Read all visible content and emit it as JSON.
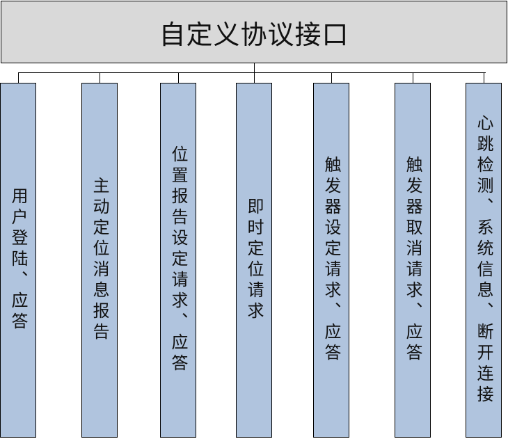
{
  "root": {
    "label": "自定义协议接口",
    "fill": "#d9d9d9"
  },
  "node_fill": "#b0c4de",
  "children": [
    {
      "label": "用户登陆、应答"
    },
    {
      "label": "主动定位消息报告"
    },
    {
      "label": "位置报告设定请求、应答"
    },
    {
      "label": "即时定位请求"
    },
    {
      "label": "触发器设定请求、应答"
    },
    {
      "label": "触发器取消请求、应答"
    },
    {
      "label": "心跳检测、系统信息、断开连接"
    }
  ]
}
